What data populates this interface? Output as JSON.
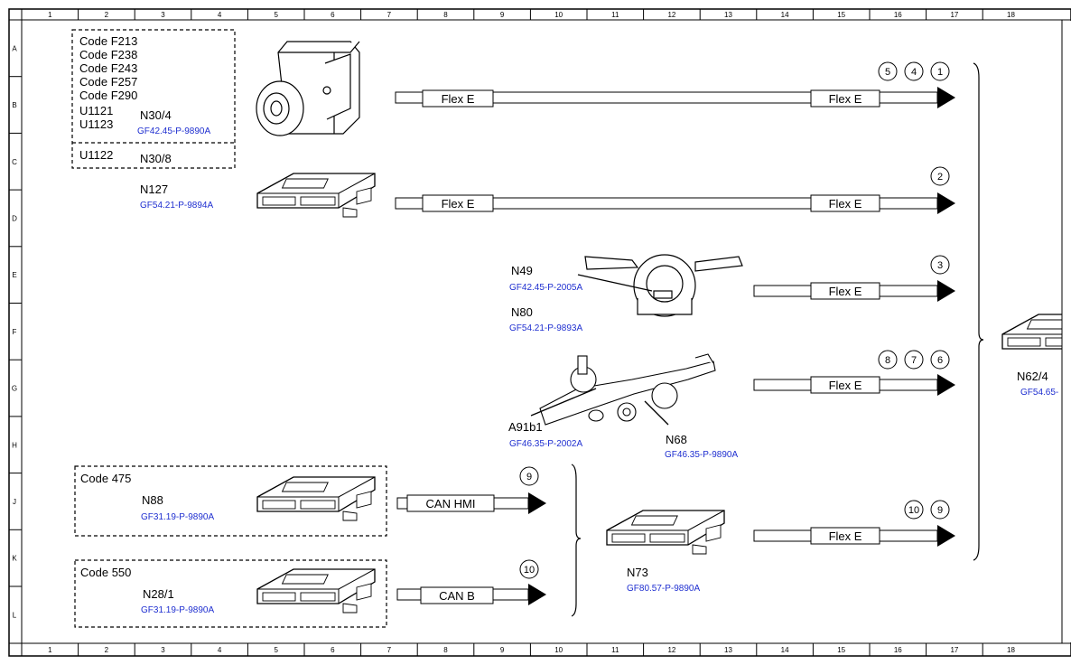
{
  "grid": {
    "columns": [
      "1",
      "2",
      "3",
      "4",
      "5",
      "6",
      "7",
      "8",
      "9",
      "10",
      "11",
      "12",
      "13",
      "14",
      "15",
      "16",
      "17",
      "18"
    ],
    "rows": [
      "A",
      "B",
      "C",
      "D",
      "E",
      "F",
      "G",
      "H",
      "J",
      "K",
      "L"
    ]
  },
  "box_codes": {
    "codes": [
      "Code F213",
      "Code F238",
      "Code F243",
      "Code F257",
      "Code F290"
    ],
    "u1121": "U1121",
    "u1123": "U1123",
    "u1122": "U1122"
  },
  "components": {
    "n30_4": {
      "label": "N30/4",
      "ref": "GF42.45-P-9890A"
    },
    "n30_8": {
      "label": "N30/8"
    },
    "n127": {
      "label": "N127",
      "ref": "GF54.21-P-9894A"
    },
    "n49": {
      "label": "N49",
      "ref": "GF42.45-P-2005A"
    },
    "n80": {
      "label": "N80",
      "ref": "GF54.21-P-9893A"
    },
    "a91b1": {
      "label": "A91b1",
      "ref": "GF46.35-P-2002A"
    },
    "n68": {
      "label": "N68",
      "ref": "GF46.35-P-9890A"
    },
    "n88": {
      "label": "N88",
      "ref": "GF31.19-P-9890A",
      "code": "Code 475"
    },
    "n28_1": {
      "label": "N28/1",
      "ref": "GF31.19-P-9890A",
      "code": "Code 550"
    },
    "n73": {
      "label": "N73",
      "ref": "GF80.57-P-9890A"
    },
    "n62_4": {
      "label": "N62/4",
      "ref": "GF54.65-"
    }
  },
  "buses": {
    "flex_e": "Flex E",
    "can_hmi": "CAN HMI",
    "can_b": "CAN B"
  },
  "markers": {
    "row1": [
      "5",
      "4",
      "1"
    ],
    "row2": [
      "2"
    ],
    "row3": [
      "3"
    ],
    "row4": [
      "8",
      "7",
      "6"
    ],
    "can_hmi": [
      "9"
    ],
    "can_b": [
      "10"
    ],
    "n73_out": [
      "10",
      "9"
    ]
  }
}
